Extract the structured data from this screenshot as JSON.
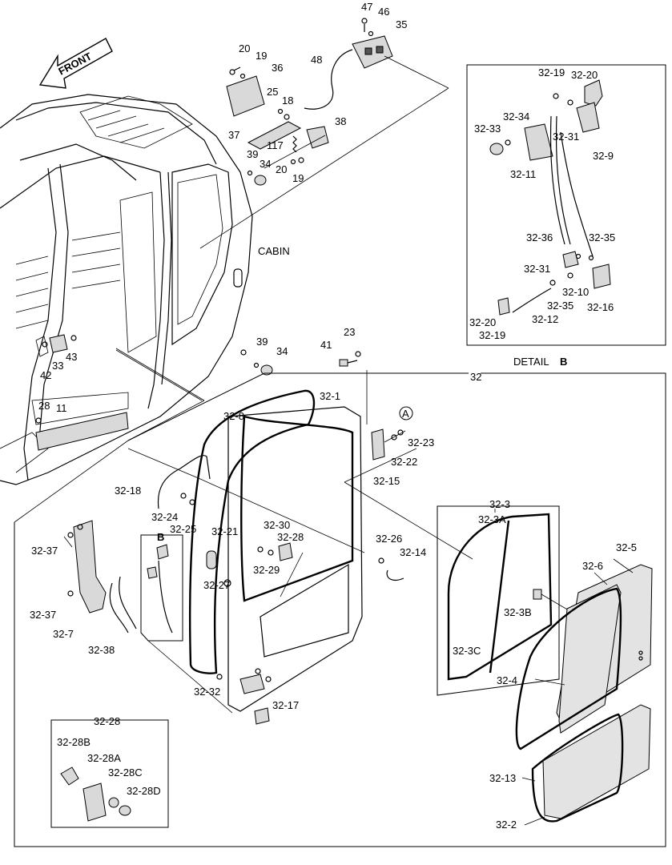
{
  "labels": {
    "front": "FRONT",
    "cabin": "CABIN",
    "detail_word": "DETAIL",
    "detail_letter": "B",
    "callout_a": "A",
    "callout_b": "B",
    "p47": "47",
    "p46": "46",
    "p35": "35",
    "p48": "48",
    "p20a": "20",
    "p19a": "19",
    "p36": "36",
    "p25": "25",
    "p18": "18",
    "p38": "38",
    "p37": "37",
    "p117": "117",
    "p39a": "39",
    "p34a": "34",
    "p20b": "20",
    "p19b": "19",
    "p23": "23",
    "p41": "41",
    "p39b": "39",
    "p34b": "34",
    "p43": "43",
    "p33": "33",
    "p42": "42",
    "p28": "28",
    "p11": "11",
    "p32": "32",
    "d32_19a": "32-19",
    "d32_20a": "32-20",
    "d32_34": "32-34",
    "d32_33": "32-33",
    "d32_31a": "32-31",
    "d32_9": "32-9",
    "d32_11": "32-11",
    "d32_36": "32-36",
    "d32_35a": "32-35",
    "d32_31b": "32-31",
    "d32_10": "32-10",
    "d32_35b": "32-35",
    "d32_16": "32-16",
    "d32_20b": "32-20",
    "d32_12": "32-12",
    "d32_19b": "32-19",
    "p32_1": "32-1",
    "p32_8": "32-8",
    "p32_23": "32-23",
    "p32_22": "32-22",
    "p32_15": "32-15",
    "p32_18": "32-18",
    "p32_24": "32-24",
    "p32_25": "32-25",
    "p32_3": "32-3",
    "p32_3a": "32-3A",
    "p32_3b": "32-3B",
    "p32_3c": "32-3C",
    "p32_5": "32-5",
    "p32_6": "32-6",
    "p32_4": "32-4",
    "p32_37a": "32-37",
    "p32_37b": "32-37",
    "p32_7": "32-7",
    "p32_38": "32-38",
    "p32_21": "32-21",
    "p32_27": "32-27",
    "p32_30": "32-30",
    "p32_28": "32-28",
    "p32_29": "32-29",
    "p32_26": "32-26",
    "p32_14": "32-14",
    "p32_32": "32-32",
    "p32_17": "32-17",
    "p32_13": "32-13",
    "p32_2": "32-2",
    "box32_28": "32-28",
    "p32_28b": "32-28B",
    "p32_28a": "32-28A",
    "p32_28c": "32-28C",
    "p32_28d": "32-28D"
  }
}
